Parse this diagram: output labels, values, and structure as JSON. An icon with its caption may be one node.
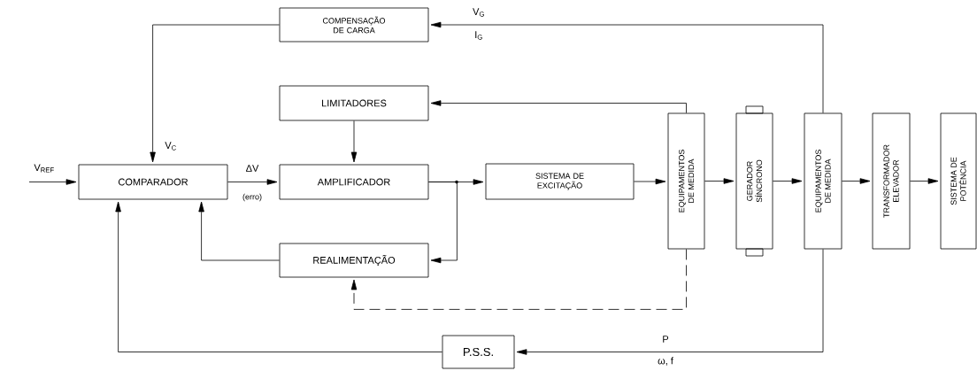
{
  "diagram": {
    "nodes": [
      {
        "text": [
          "COMPENSAÇÃO DE CARGA"
        ]
      },
      {
        "text": [
          "LIMITADORES"
        ]
      },
      {
        "text": [
          "COMPARADOR"
        ]
      },
      {
        "text": [
          "AMPLIFICADOR"
        ]
      },
      {
        "text": [
          "SISTEMA DE EXCITAÇÃO"
        ]
      },
      {
        "text": [
          "EQUIPAMENTOS DE MEDIDA"
        ]
      },
      {
        "text": [
          "GERADOR SÍNCRONO"
        ]
      },
      {
        "text": [
          "EQUIPAMENTOS DE MEDIDA"
        ]
      },
      {
        "text": [
          "TRANSFORMADOR ELEVADOR"
        ]
      },
      {
        "text": [
          "SISTEMA DE POTÊNCIA"
        ]
      },
      {
        "text": [
          "REALIMENTAÇÃO"
        ]
      },
      {
        "text": [
          "P.S.S."
        ]
      }
    ],
    "edges": [
      {
        "from": null,
        "to": 2,
        "arrow": "to",
        "label": "V$_{REF}$"
      },
      {
        "from": 7,
        "to": 0,
        "arrow": "to",
        "label": "V$_{G}$"
      },
      {
        "from": 0,
        "to": 2,
        "arrow": "to",
        "label": "V$_{C}$"
      },
      {
        "from": 5,
        "to": 1,
        "arrow": "to"
      },
      {
        "from": 1,
        "to": 3,
        "arrow": "to"
      },
      {
        "from": 2,
        "to": 3,
        "arrow": "to",
        "label": "ΔV"
      },
      {
        "from": 3,
        "to": 4,
        "arrow": "to"
      },
      {
        "from": 4,
        "to": 5,
        "arrow": "to"
      },
      {
        "from": 5,
        "to": 6,
        "arrow": "to"
      },
      {
        "from": 6,
        "to": 7,
        "arrow": "to"
      },
      {
        "from": 7,
        "to": 8,
        "arrow": "to"
      },
      {
        "from": 8,
        "to": 9,
        "arrow": "to"
      },
      {
        "from": 3,
        "to": 10,
        "arrow": "to"
      },
      {
        "from": 10,
        "to": 2,
        "arrow": "to"
      },
      {
        "from": 5,
        "to": 10,
        "arrow": "to",
        "style": "dashed"
      },
      {
        "from": 7,
        "to": 11,
        "arrow": "to",
        "label": "P"
      },
      {
        "from": 11,
        "to": 2,
        "arrow": "to"
      }
    ],
    "labels": [
      "I$_{G}$",
      "(erro)",
      "ω, f"
    ]
  }
}
